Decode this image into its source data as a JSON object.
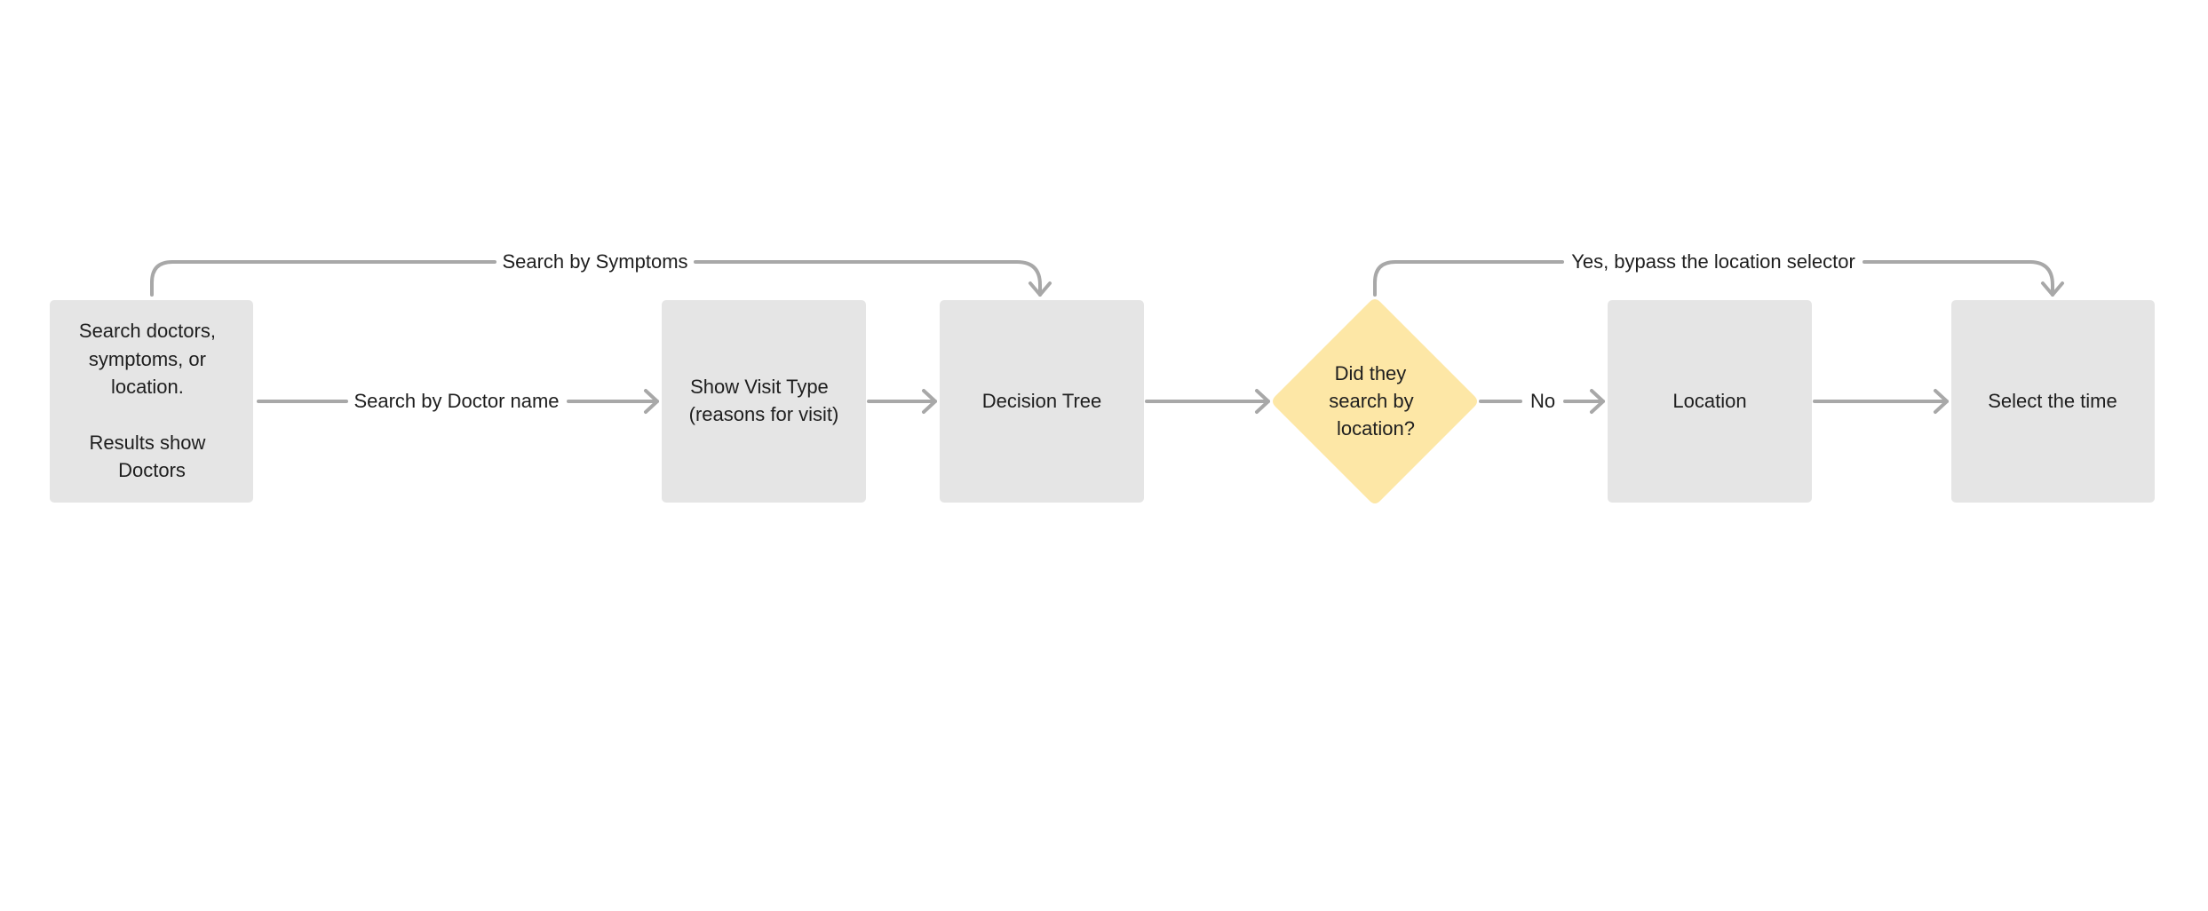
{
  "nodes": {
    "search": {
      "lines": [
        "Search doctors,",
        "symptoms, or",
        "location.",
        "",
        "Results show",
        "Doctors"
      ]
    },
    "visit_type": {
      "lines": [
        "Show Visit Type",
        "(reasons for visit)"
      ]
    },
    "decision_tree": {
      "lines": [
        "Decision Tree"
      ]
    },
    "location_question": {
      "lines": [
        "Did they",
        "search by",
        "location?"
      ]
    },
    "location": {
      "lines": [
        "Location"
      ]
    },
    "select_time": {
      "lines": [
        "Select the time"
      ]
    }
  },
  "edges": {
    "search_by_symptoms": "Search by Symptoms",
    "search_by_doctor_name": "Search by Doctor name",
    "no": "No",
    "bypass_location": "Yes, bypass the location selector"
  },
  "colors": {
    "process_box": "#e5e5e5",
    "decision_diamond": "#fde7a6",
    "connector": "#a8a8a8",
    "text": "#1e1e1e"
  }
}
